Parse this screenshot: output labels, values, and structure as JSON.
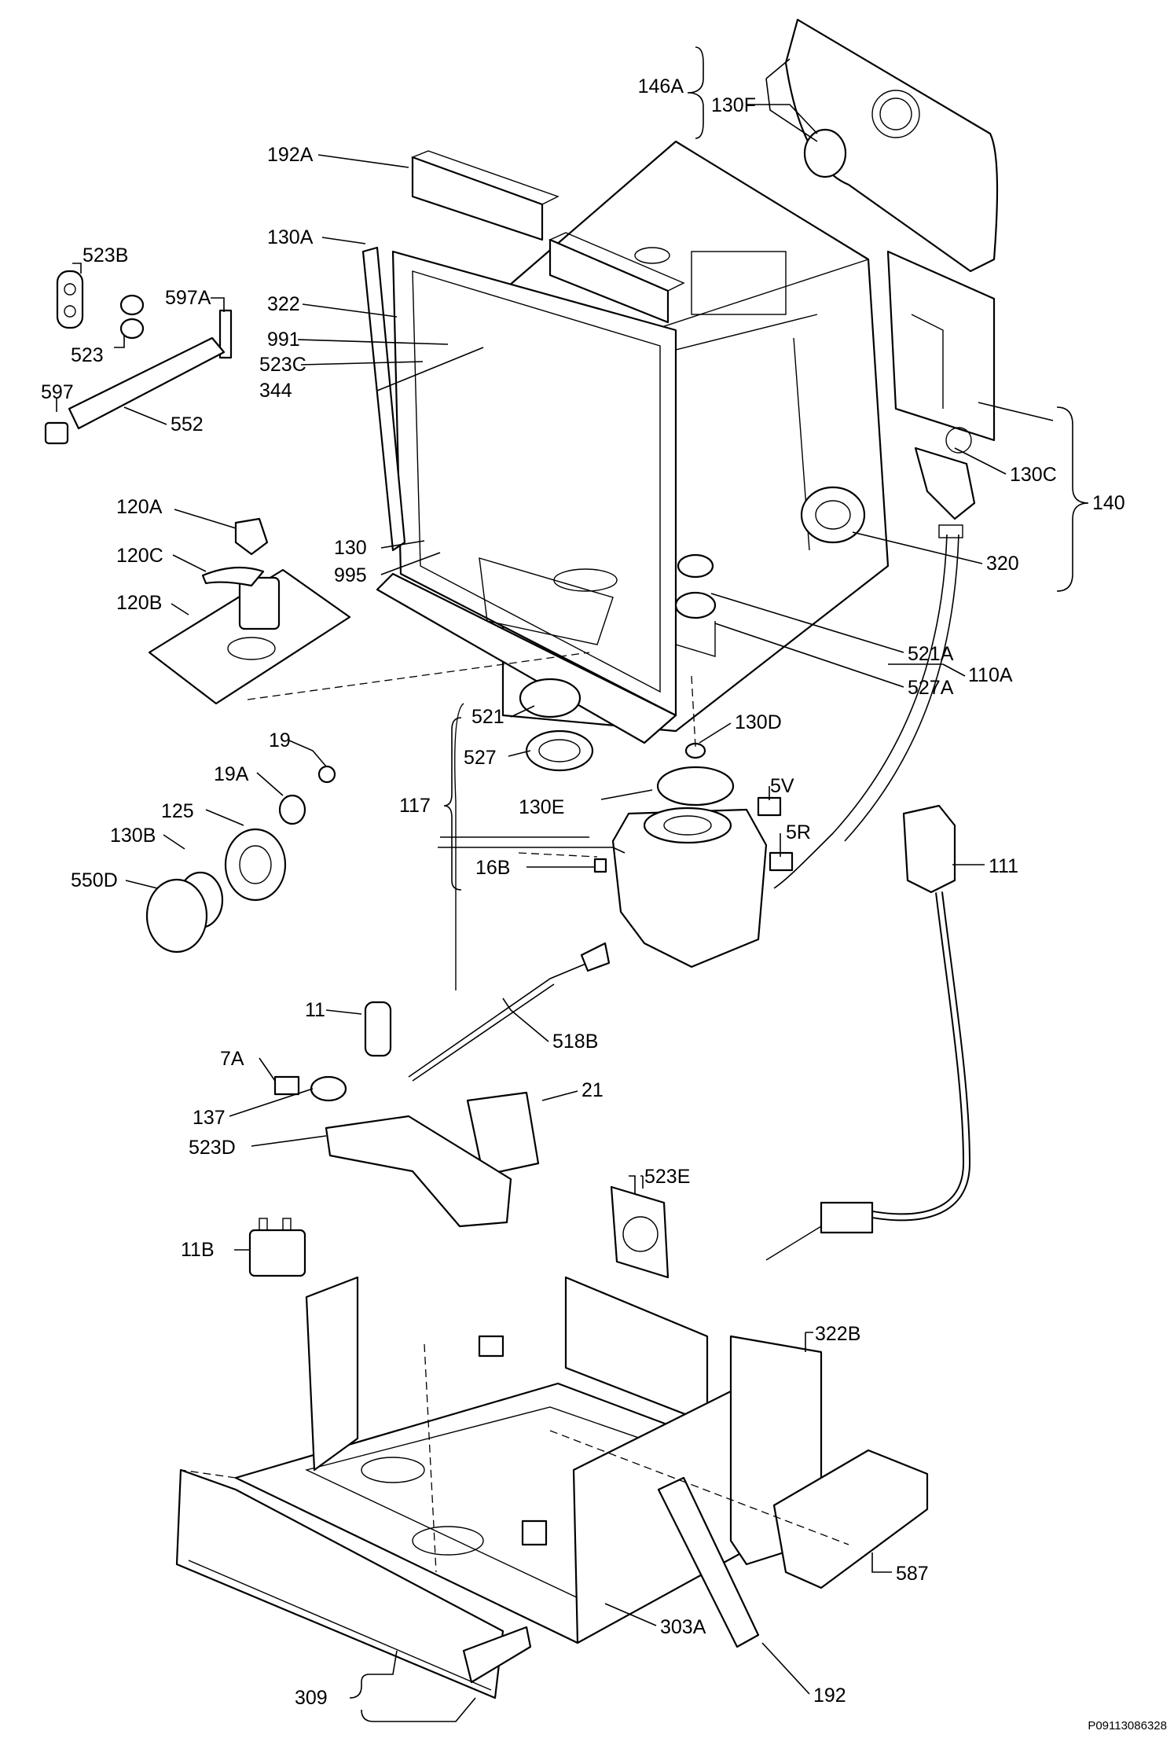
{
  "drawing_id": "P09113086328",
  "labels": {
    "l146a": "146A",
    "l130f": "130F",
    "l192a": "192A",
    "l130a": "130A",
    "l523b": "523B",
    "l597a": "597A",
    "l322": "322",
    "l991": "991",
    "l523": "523",
    "l523c": "523C",
    "l344": "344",
    "l597": "597",
    "l552": "552",
    "l140": "140",
    "l130c": "130C",
    "l120a": "120A",
    "l120c": "120C",
    "l120b": "120B",
    "l130": "130",
    "l995": "995",
    "l320": "320",
    "l521a": "521A",
    "l527a": "527A",
    "l110a": "110A",
    "l521": "521",
    "l130d": "130D",
    "l19": "19",
    "l527": "527",
    "l19a": "19A",
    "l125": "125",
    "l117": "117",
    "l130e": "130E",
    "l5v": "5V",
    "l5r": "5R",
    "l130b": "130B",
    "l550d": "550D",
    "l16b": "16B",
    "l111": "111",
    "l11": "11",
    "l518b": "518B",
    "l7a": "7A",
    "l21": "21",
    "l137": "137",
    "l523d": "523D",
    "l523e": "523E",
    "l11b": "11B",
    "l322b": "322B",
    "l587": "587",
    "l303a": "303A",
    "l192": "192",
    "l309": "309"
  }
}
